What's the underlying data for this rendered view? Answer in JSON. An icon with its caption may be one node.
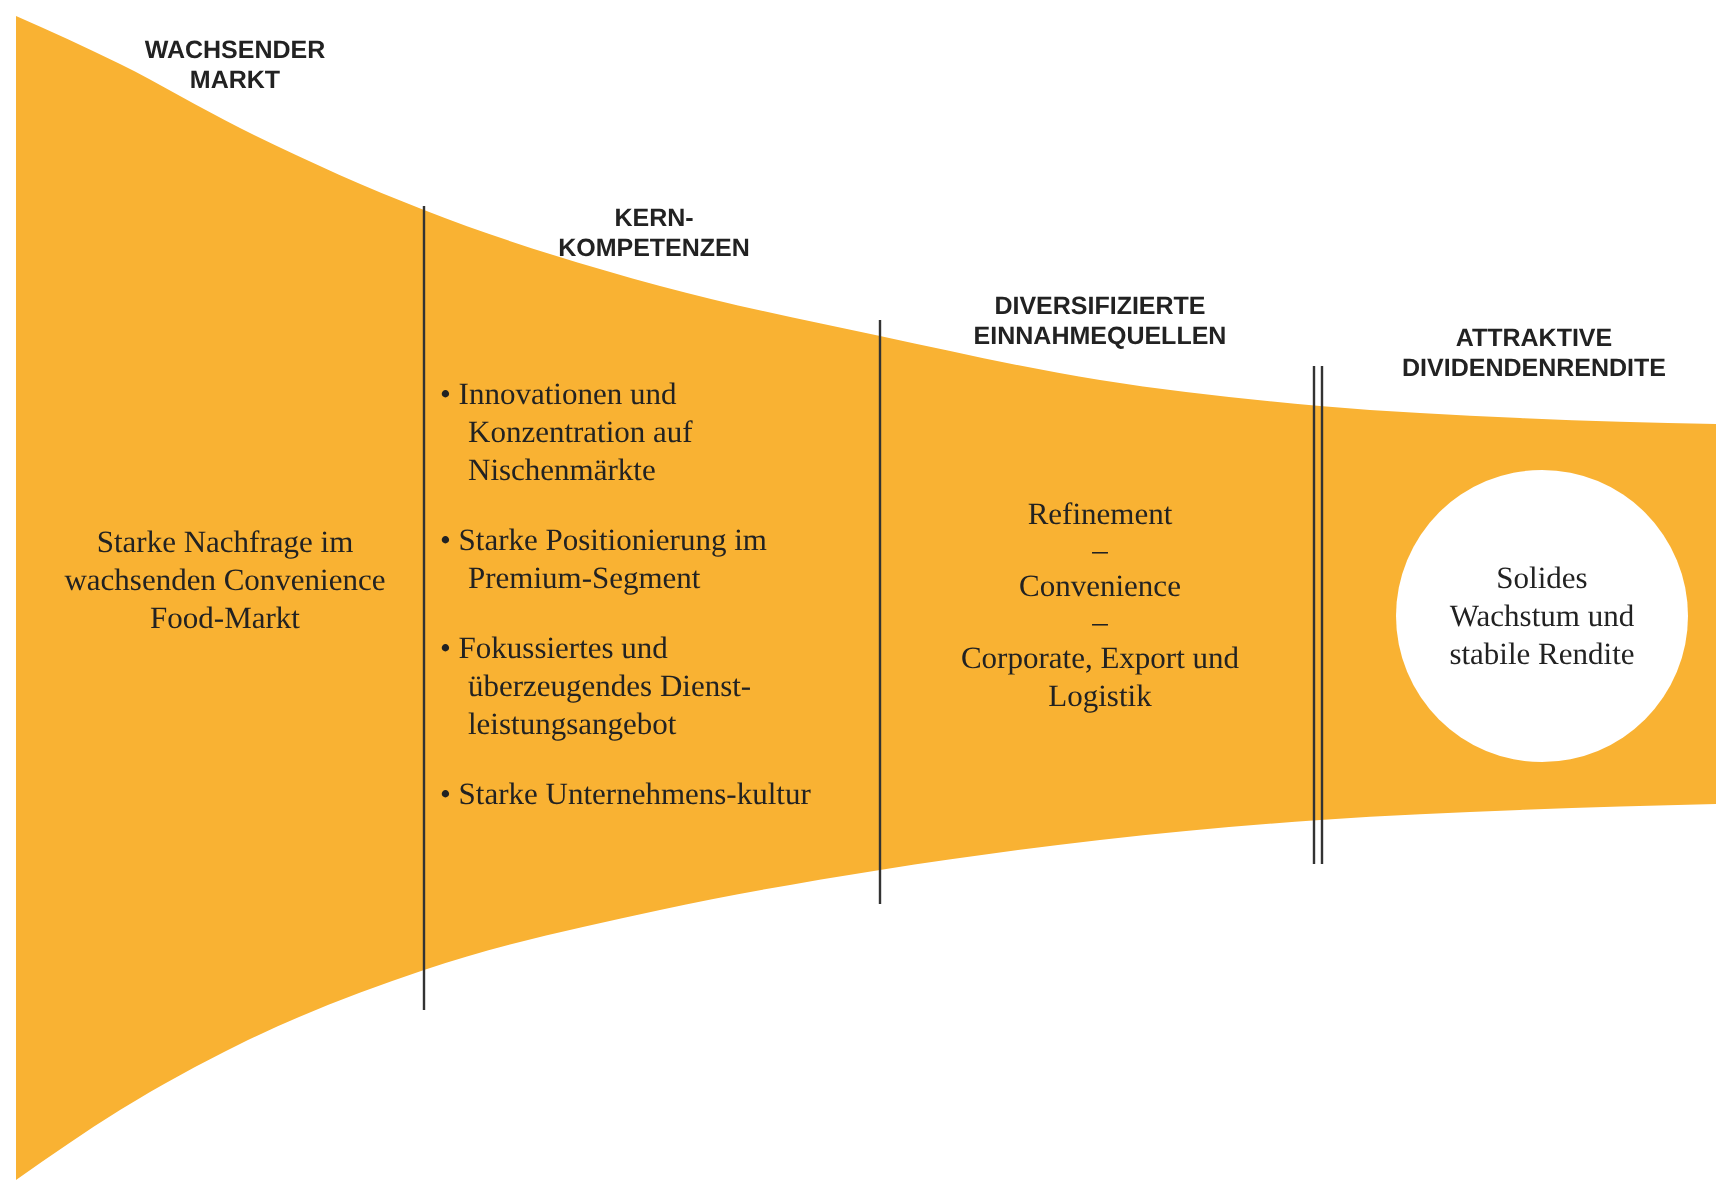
{
  "diagram": {
    "nodes": [
      {
        "text": [
          "WACHSENDER MARKT",
          "Starke Nachfrage im wachsenden Convenience Food-Markt"
        ]
      },
      {
        "text": [
          "KERN-KOMPETENZEN",
          "• Innovationen und Konzentration auf Nischenmärkte",
          "• Starke Positionierung im Premium-Segment",
          "• Fokussiertes und überzeugendes Dienst-leistungsangebot",
          "• Starke Unternehmens-kultur"
        ]
      },
      {
        "text": [
          "DIVERSIFIZIERTE EINNAHMEQUELLEN",
          "Refinement",
          "–",
          "Convenience",
          "–",
          "Corporate, Export und Logistik"
        ]
      },
      {
        "text": [
          "ATTRAKTIVE DIVIDENDENRENDITE"
        ]
      },
      {
        "text": [
          "Solides Wachstum und stabile Rendite"
        ],
        "in": 3
      }
    ]
  }
}
